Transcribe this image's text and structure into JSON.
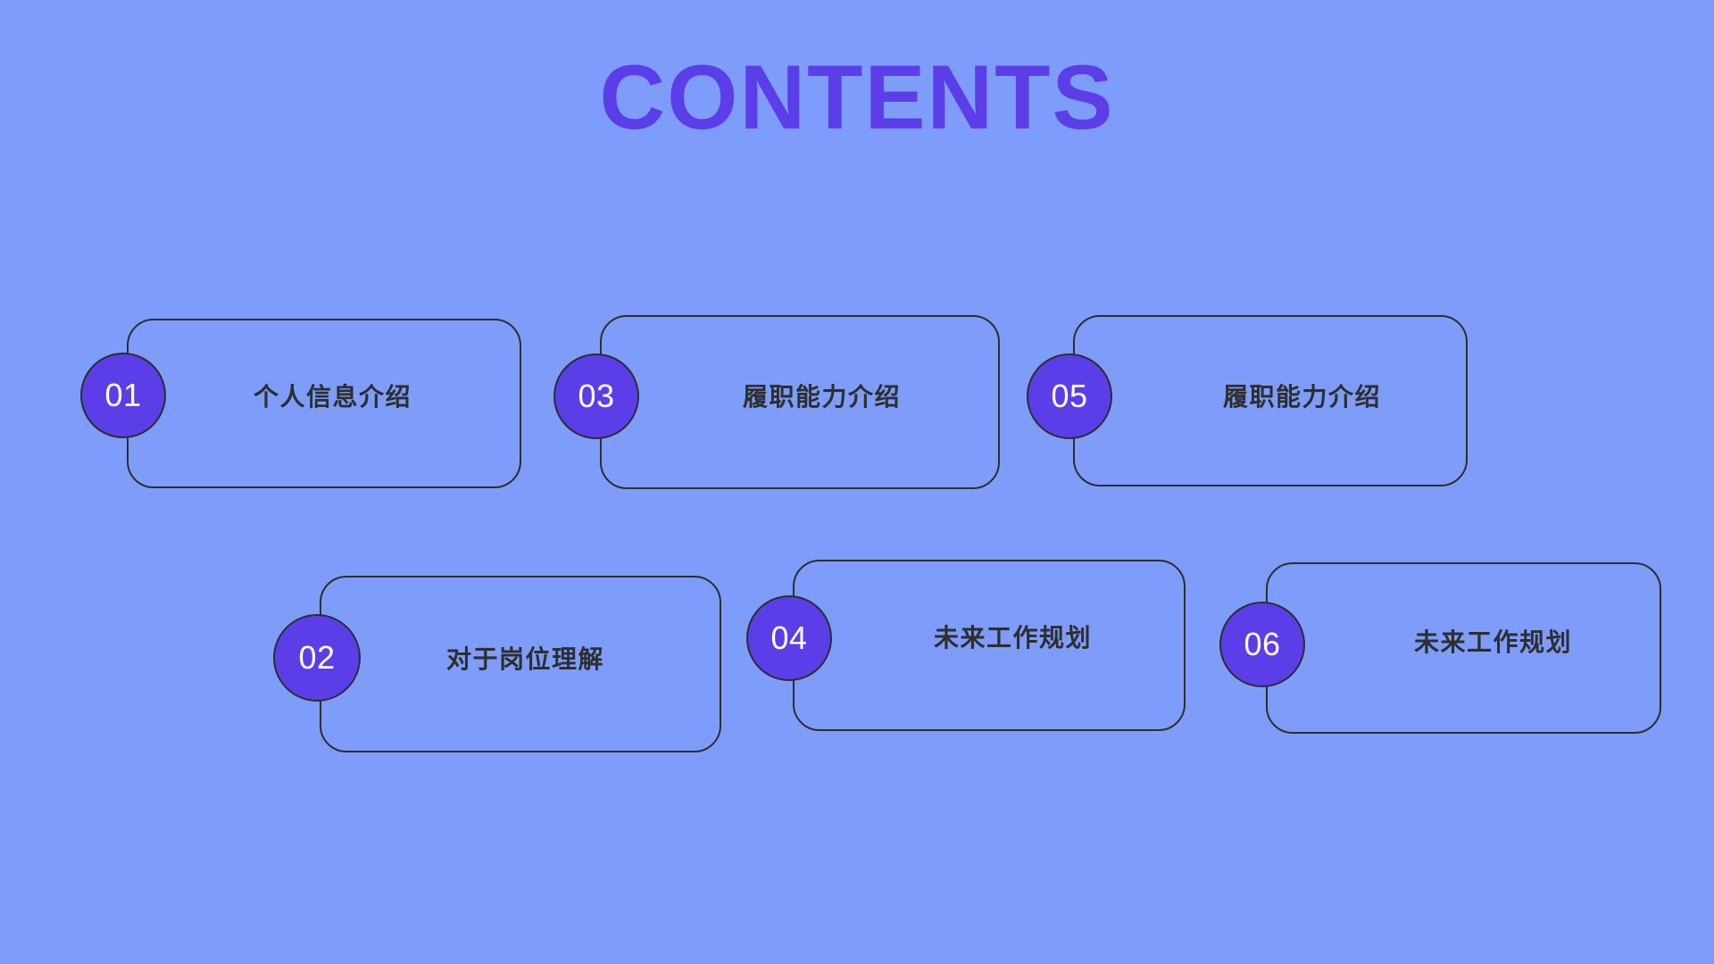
{
  "slide": {
    "title": "CONTENTS",
    "background_color": "#7e9dfa",
    "title_color": "#5b3ee8",
    "outline_color": "#2e2e2e",
    "circle_color": "#5b3ee8",
    "circle_text_color": "#ffffff",
    "label_color": "#2e2e2e"
  },
  "items": [
    {
      "number": "01",
      "label": "个人信息介绍"
    },
    {
      "number": "02",
      "label": "对于岗位理解"
    },
    {
      "number": "03",
      "label": "履职能力介绍"
    },
    {
      "number": "04",
      "label": "未来工作规划"
    },
    {
      "number": "05",
      "label": "履职能力介绍"
    },
    {
      "number": "06",
      "label": "未来工作规划"
    }
  ]
}
